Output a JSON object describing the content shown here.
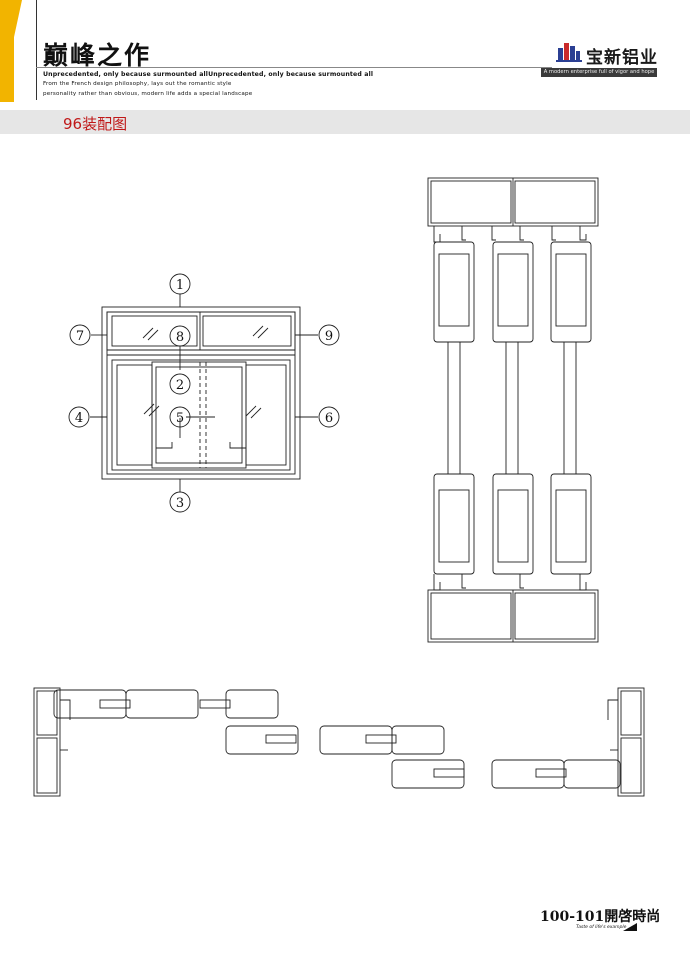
{
  "header": {
    "title": "巅峰之作",
    "tagline_bold": "Unprecedented, only because surmounted allUnprecedented, only because surmounted all",
    "tagline_line2": "From the French design philosophy, lays out the romantic style",
    "tagline_line3": "personality rather than obvious, modern life adds a special landscape"
  },
  "brand": {
    "logo_icon": "building-logo-icon",
    "name": "宝新铝业",
    "slogan": "A modern enterprise full of vigor and hope",
    "colors": {
      "logo_blue": "#2b3f93",
      "logo_red": "#c92a2a"
    }
  },
  "section": {
    "title": "96装配图"
  },
  "diagram": {
    "callouts": [
      "1",
      "2",
      "3",
      "4",
      "5",
      "6",
      "7",
      "8",
      "9"
    ]
  },
  "footer": {
    "page_number": "100-101",
    "page_title": "開啓時尚",
    "page_tag": "Taste of life's example"
  },
  "colors": {
    "accent_yellow": "#f2b400",
    "section_red": "#c01818",
    "band_grey": "#e6e6e6"
  }
}
